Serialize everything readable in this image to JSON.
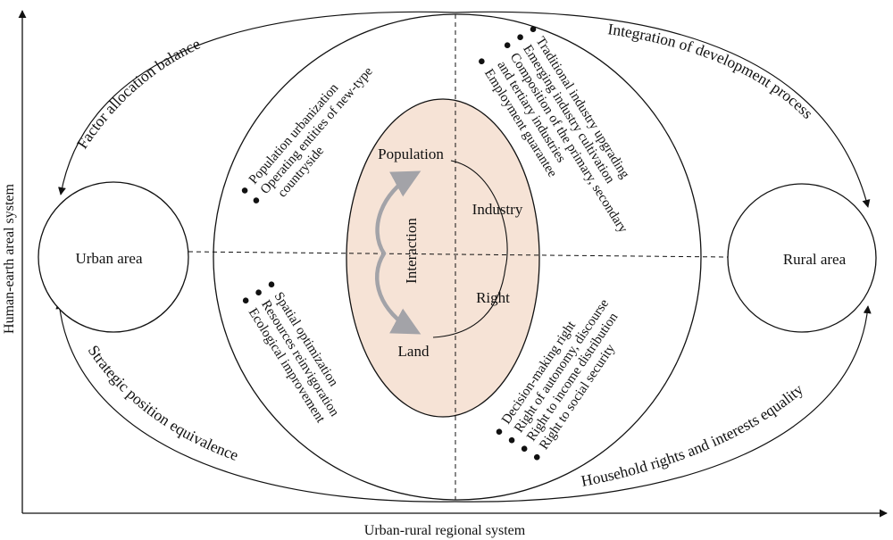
{
  "axes": {
    "x_label": "Urban-rural regional system",
    "y_label": "Human-earth areal system"
  },
  "nodes": {
    "urban": "Urban area",
    "rural": "Rural area"
  },
  "core": {
    "population": "Population",
    "industry": "Industry",
    "right": "Right",
    "land": "Land",
    "interaction": "Interaction"
  },
  "arcs": {
    "top_left": "Factor allocation balance",
    "top_right": "Integration of development process",
    "bottom_left": "Strategic position equivalence",
    "bottom_right": "Household rights and interests equality"
  },
  "quadrants": {
    "top_left": [
      "Population urbanization",
      "Operating entities of new-type",
      "countryside"
    ],
    "top_right": [
      "Traditional industry upgrading",
      "Emerging industry cultivation",
      "Composition of the primary, secondary",
      "and tertiary industries",
      "Employment guarantee"
    ],
    "bottom_left": [
      "Spatial optimization",
      "Resources reinvigoration",
      "Ecological improvement"
    ],
    "bottom_right": [
      "Decision-making right",
      "Right of autonomy, discourse",
      "Right to income distribution",
      "Right to social security"
    ]
  },
  "colors": {
    "core_fill": "#f6e3d6",
    "interaction_arrow": "#a3a3a8",
    "line": "#111111"
  }
}
